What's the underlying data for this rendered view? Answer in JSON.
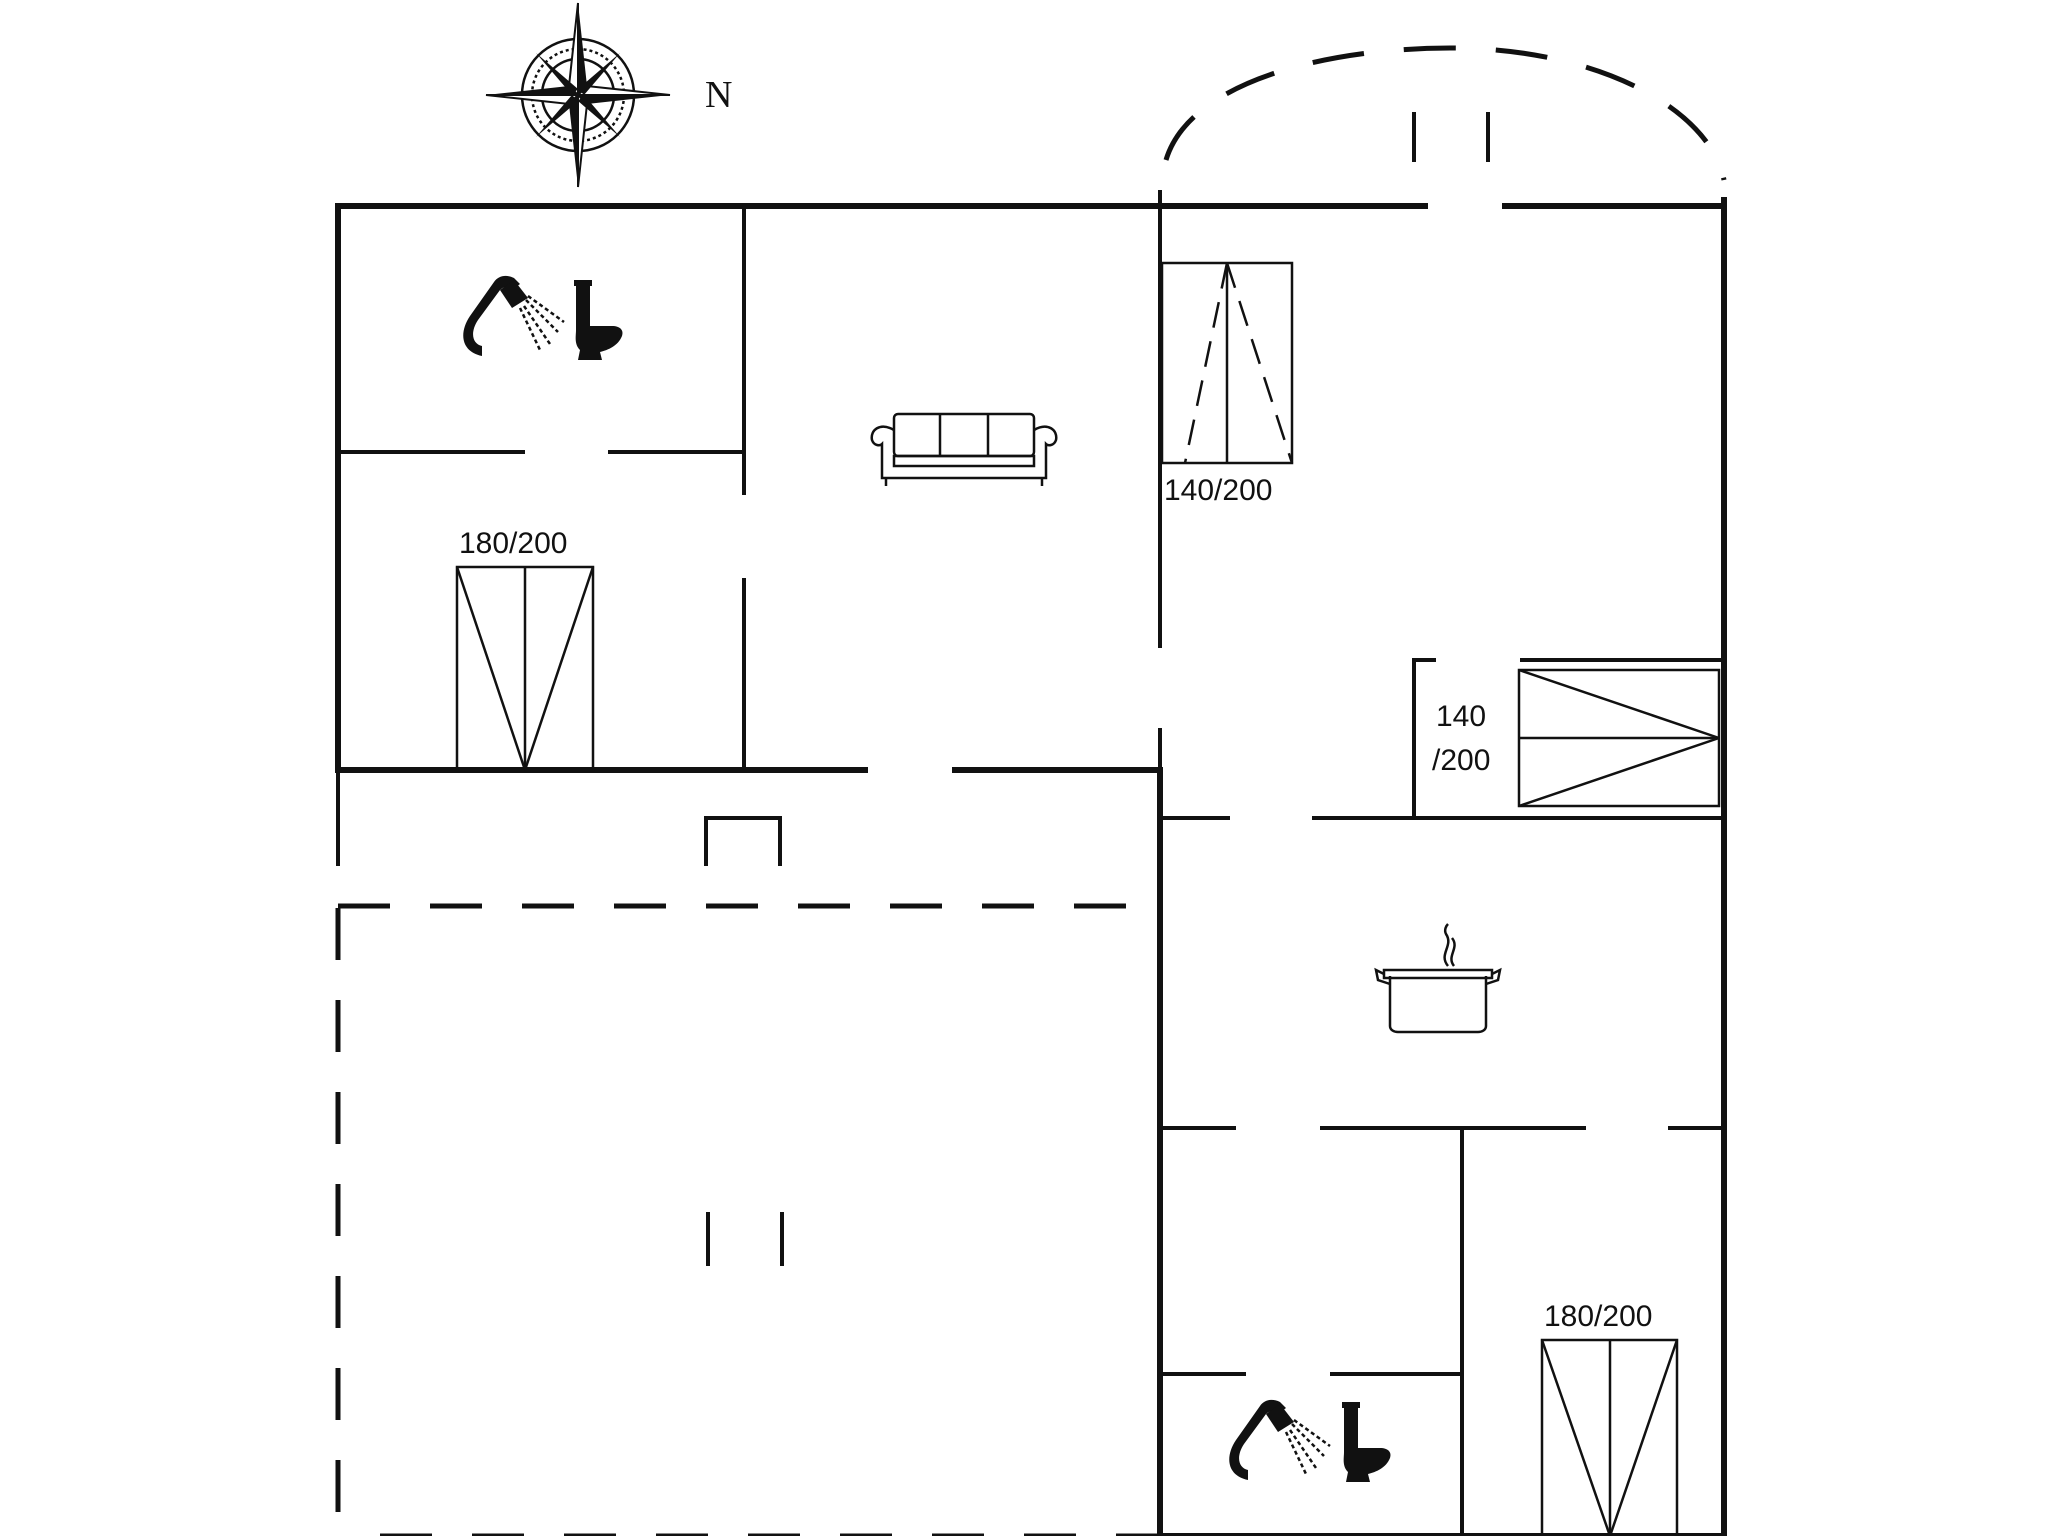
{
  "compass": {
    "label": "N"
  },
  "beds": [
    {
      "id": "bed-west",
      "label_lines": [
        "180/200"
      ]
    },
    {
      "id": "bed-north",
      "label_lines": [
        "140/200"
      ]
    },
    {
      "id": "bed-east",
      "label_lines": [
        "140",
        "/200"
      ]
    },
    {
      "id": "bed-south",
      "label_lines": [
        "180/200"
      ]
    }
  ],
  "icons": [
    "compass-rose-icon",
    "shower-icon",
    "toilet-icon",
    "sofa-icon",
    "cooking-pot-icon"
  ],
  "colors": {
    "line": "#111111",
    "background": "#ffffff"
  }
}
